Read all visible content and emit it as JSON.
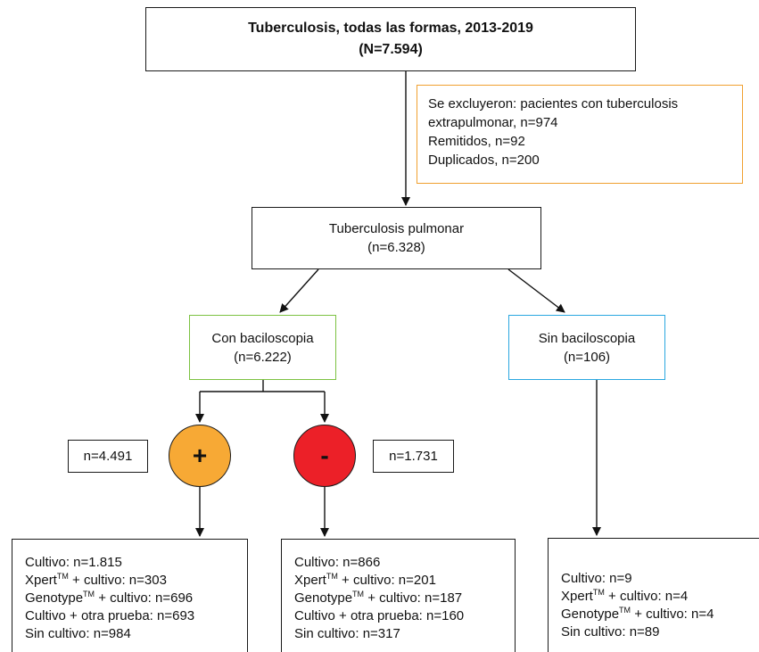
{
  "title_box": {
    "line1": "Tuberculosis, todas las formas, 2013-2019",
    "line2": "(N=7.594)"
  },
  "exclusion_box": {
    "line1": "Se excluyeron: pacientes con tuberculosis",
    "line2": "extrapulmonar, n=974",
    "line3": "Remitidos, n=92",
    "line4": "Duplicados, n=200"
  },
  "pulmonar_box": {
    "line1": "Tuberculosis pulmonar",
    "line2": "(n=6.328)"
  },
  "con_baciloscopia_box": {
    "line1": "Con baciloscopia",
    "line2": "(n=6.222)"
  },
  "sin_baciloscopia_box": {
    "line1": "Sin baciloscopia",
    "line2": "(n=106)"
  },
  "positive": {
    "symbol": "+",
    "count": "n=4.491",
    "color": "#f7a935"
  },
  "negative": {
    "symbol": "-",
    "count": "n=1.731",
    "color": "#ec2028"
  },
  "results_positive": {
    "cultivo": "Cultivo: n=1.815",
    "xpert_name": "Xpert",
    "xpert_tm": "TM",
    "xpert_rest": " + cultivo: n=303",
    "genotype_name": "Genotype",
    "genotype_tm": "TM",
    "genotype_rest": " + cultivo: n=696",
    "otra": "Cultivo + otra prueba: n=693",
    "sin": "Sin cultivo: n=984"
  },
  "results_negative": {
    "cultivo": "Cultivo: n=866",
    "xpert_name": "Xpert",
    "xpert_tm": "TM",
    "xpert_rest": " + cultivo: n=201",
    "genotype_name": "Genotype",
    "genotype_tm": "TM",
    "genotype_rest": " + cultivo: n=187",
    "otra": "Cultivo + otra prueba: n=160",
    "sin": "Sin cultivo: n=317"
  },
  "results_sin": {
    "cultivo": "Cultivo: n=9",
    "xpert_name": "Xpert",
    "xpert_tm": "TM",
    "xpert_rest": " + cultivo: n=4",
    "genotype_name": "Genotype",
    "genotype_tm": "TM",
    "genotype_rest": " + cultivo: n=4",
    "sin": "Sin cultivo: n=89"
  },
  "colors": {
    "exclusion_border": "#f0a030",
    "con_baciloscopia_border": "#7cc242",
    "sin_baciloscopia_border": "#2aa7e0"
  }
}
